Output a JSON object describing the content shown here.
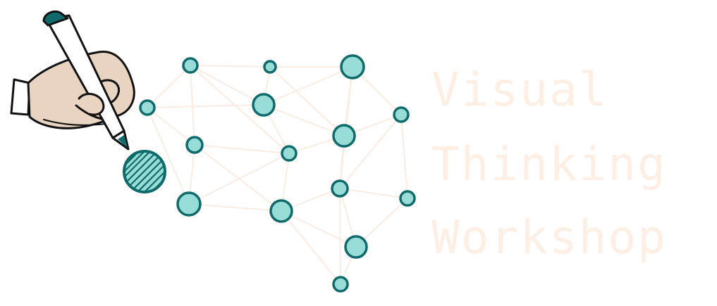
{
  "title": {
    "lines": [
      "Visual",
      "Thinking",
      "Workshop"
    ]
  },
  "colors": {
    "teal_dark": "#0f6b6b",
    "teal_light": "#98dcd8",
    "skin": "#e8d4c0",
    "network_line": "#fbece2",
    "title_text": "#fdefe4",
    "outline": "#111111"
  },
  "icons": {
    "hand": "hand-holding-pen-icon",
    "pen": "pen-icon",
    "network": "network-icon"
  }
}
